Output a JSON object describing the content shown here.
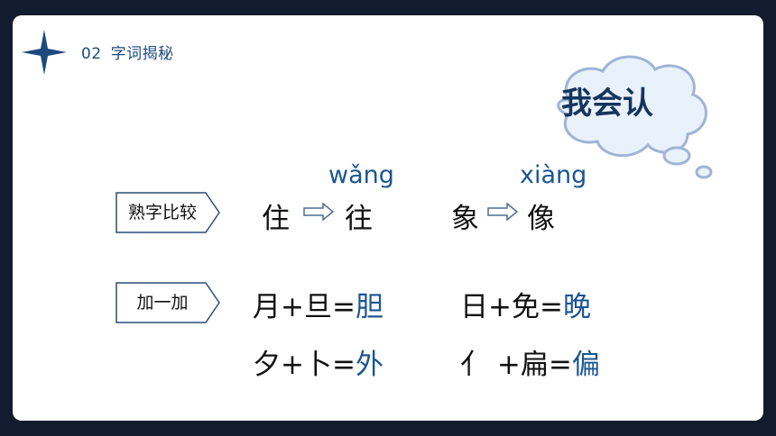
{
  "header": {
    "number": "02",
    "title": "字词揭秘"
  },
  "badge": {
    "title": "我会认"
  },
  "section1": {
    "tag": "熟字比较",
    "pairs": [
      {
        "from": "住",
        "to": "往",
        "pinyin": "wǎng"
      },
      {
        "from": "象",
        "to": "像",
        "pinyin": "xiàng"
      }
    ]
  },
  "section2": {
    "tag": "加一加",
    "equations": [
      {
        "a": "月",
        "b": "旦",
        "result": "胆"
      },
      {
        "a": "日",
        "b": "免",
        "result": "晚"
      },
      {
        "a": "夕",
        "b": "卜",
        "result": "外"
      },
      {
        "a": "亻",
        "b": "扁",
        "result": "偏"
      }
    ]
  },
  "colors": {
    "background": "#131c2e",
    "accent": "#1c5592",
    "dark_blue": "#14355e"
  }
}
